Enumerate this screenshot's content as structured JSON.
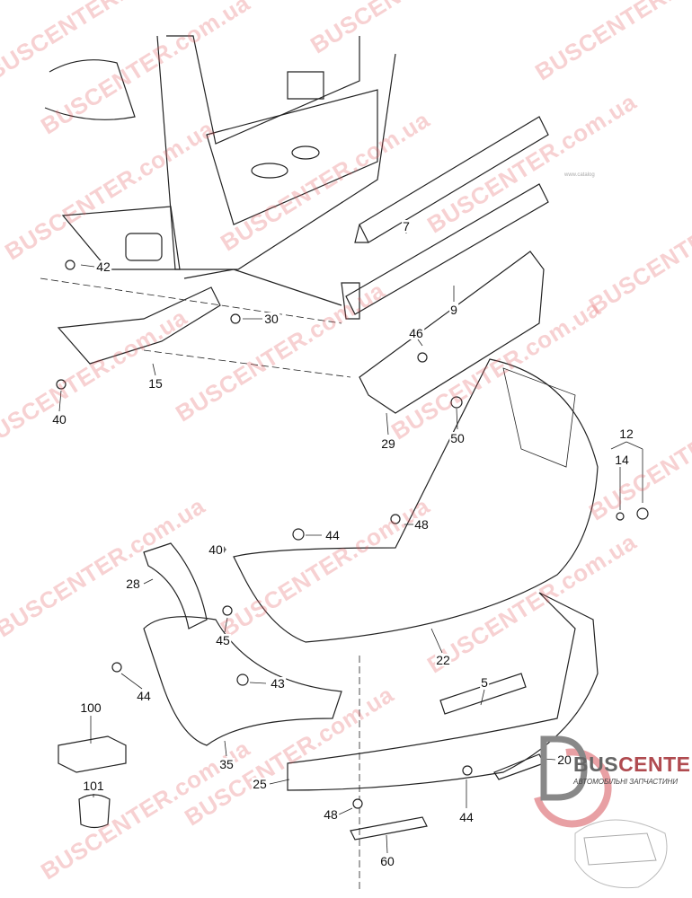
{
  "watermark": {
    "text": "BUSCENTER.com.ua",
    "color": "#e15a5f"
  },
  "source_note": "www.catalog",
  "logo": {
    "name_part1": "BUS",
    "name_part2": "CENTER",
    "subtitle": "АВТОМОБІЛЬНІ ЗАПЧАСТИНИ",
    "initials": "BC"
  },
  "labels": [
    "7",
    "9",
    "42",
    "30",
    "46",
    "15",
    "40",
    "29",
    "50",
    "12",
    "14",
    "48",
    "44",
    "40",
    "28",
    "45",
    "22",
    "44",
    "43",
    "5",
    "100",
    "35",
    "20",
    "25",
    "101",
    "48",
    "44",
    "60"
  ]
}
